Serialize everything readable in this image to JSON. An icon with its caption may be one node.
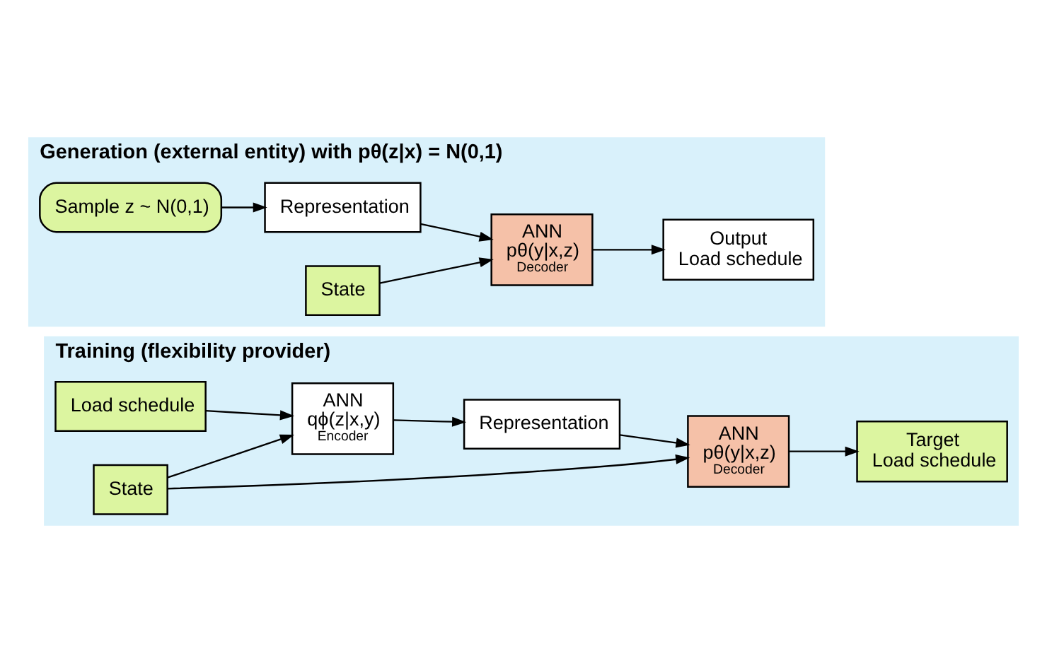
{
  "diagram": {
    "nodes": [
      {
        "text": [
          "Training (flexibility provider)"
        ]
      },
      {
        "text": [
          "Load schedule"
        ],
        "in": 0
      },
      {
        "text": [
          "State"
        ],
        "in": 0
      },
      {
        "text": [
          "ANN",
          "qϕ(z|x,y)",
          "Encoder"
        ],
        "in": 0
      },
      {
        "text": [
          "Representation"
        ],
        "in": 0
      },
      {
        "text": [
          "ANN",
          "pθ(y|x,z)",
          "Decoder"
        ],
        "in": 0
      },
      {
        "text": [
          "Target",
          "Load schedule"
        ],
        "in": 0
      },
      {
        "text": [
          "Generation (external entity) with pθ(z|x) = N(0,1)"
        ]
      },
      {
        "text": [
          "Sample z ~ N(0,1)"
        ],
        "in": 7
      },
      {
        "text": [
          "State"
        ],
        "in": 7
      },
      {
        "text": [
          "Representation"
        ],
        "in": 7
      },
      {
        "text": [
          "ANN",
          "pθ(y|x,z)",
          "Decoder"
        ],
        "in": 7
      },
      {
        "text": [
          "Output",
          "Load schedule"
        ],
        "in": 7
      }
    ],
    "edges": [
      {
        "from": 1,
        "to": 3,
        "arrow": "to"
      },
      {
        "from": 2,
        "to": 3,
        "arrow": "to"
      },
      {
        "from": 3,
        "to": 4,
        "arrow": "to"
      },
      {
        "from": 4,
        "to": 5,
        "arrow": "to"
      },
      {
        "from": 2,
        "to": 5,
        "arrow": "to"
      },
      {
        "from": 5,
        "to": 6,
        "arrow": "to"
      },
      {
        "from": 8,
        "to": 10,
        "arrow": "to"
      },
      {
        "from": 10,
        "to": 11,
        "arrow": "to"
      },
      {
        "from": 9,
        "to": 11,
        "arrow": "to"
      },
      {
        "from": 11,
        "to": 12,
        "arrow": "to"
      }
    ]
  }
}
